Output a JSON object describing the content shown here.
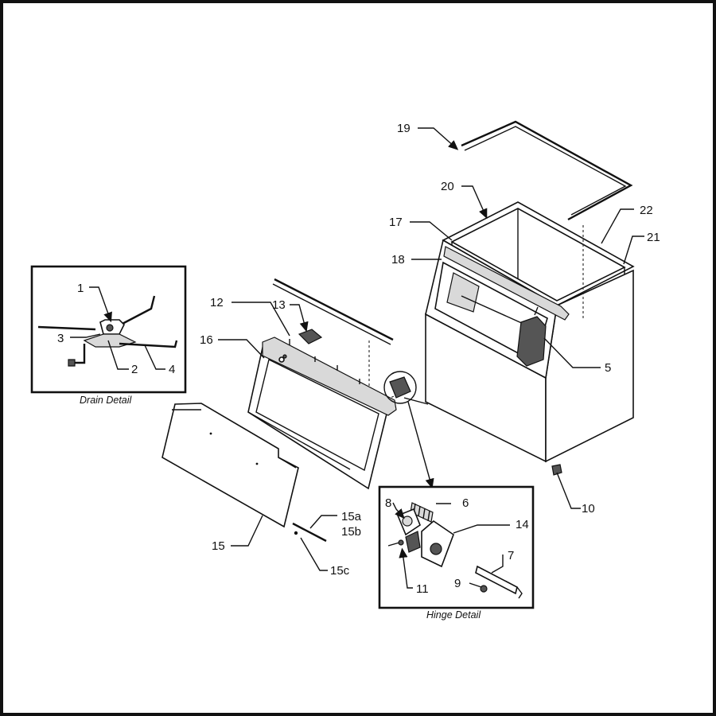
{
  "callouts": {
    "c1": "1",
    "c2": "2",
    "c3": "3",
    "c4": "4",
    "c5": "5",
    "c6": "6",
    "c7": "7",
    "c8": "8",
    "c9": "9",
    "c10": "10",
    "c11": "11",
    "c12": "12",
    "c13": "13",
    "c14": "14",
    "c15": "15",
    "c15a": "15a",
    "c15b": "15b",
    "c15c": "15c",
    "c16": "16",
    "c17": "17",
    "c18": "18",
    "c19": "19",
    "c20": "20",
    "c21": "21",
    "c22": "22"
  },
  "captions": {
    "drain": "Drain Detail",
    "hinge": "Hinge Detail"
  }
}
